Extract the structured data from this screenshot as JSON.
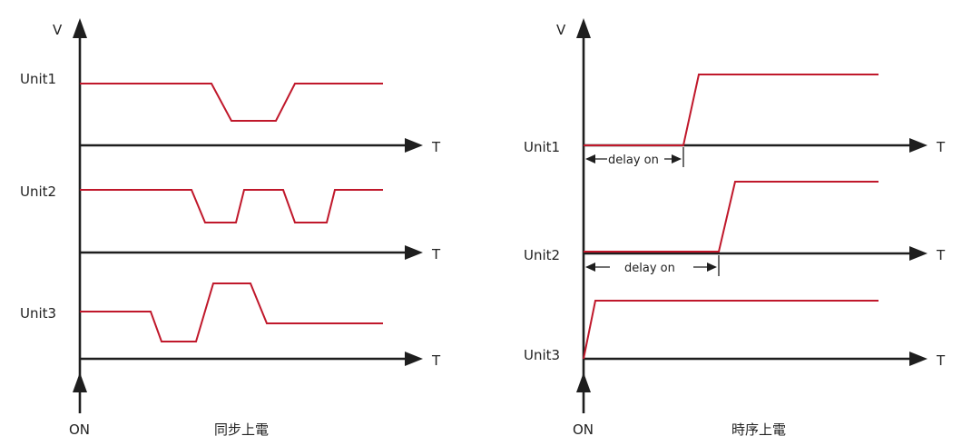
{
  "left_diagram": {
    "y_axis_label": "V",
    "on_label": "ON",
    "caption": "同步上電",
    "units": [
      "Unit1",
      "Unit2",
      "Unit3"
    ],
    "time_label": "T"
  },
  "right_diagram": {
    "y_axis_label": "V",
    "on_label": "ON",
    "caption": "時序上電",
    "units": [
      "Unit1",
      "Unit2",
      "Unit3"
    ],
    "time_label": "T",
    "delay_label": "delay on"
  },
  "colors": {
    "signal": "#c0182b",
    "axis": "#1e1e1e"
  }
}
